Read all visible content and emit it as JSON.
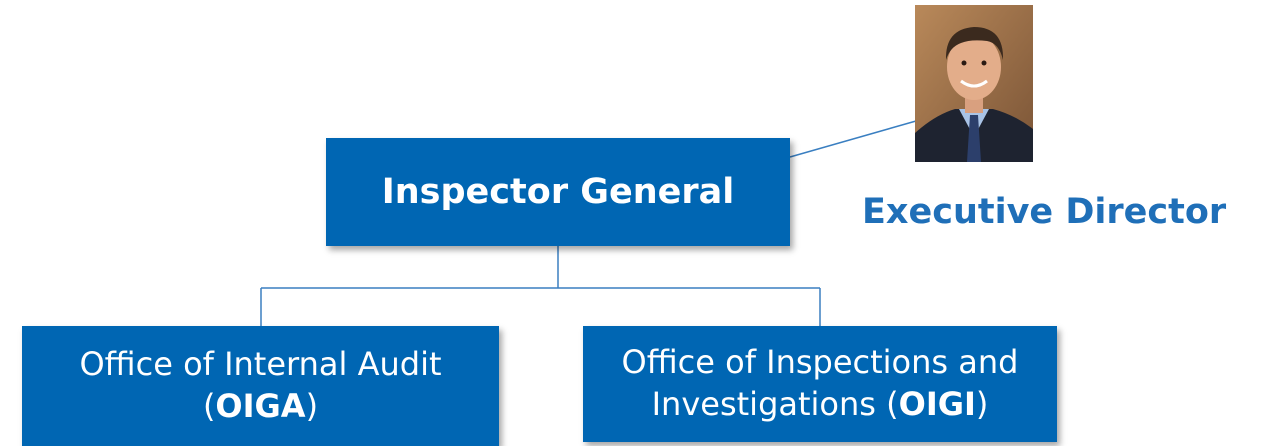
{
  "org_chart": {
    "head": {
      "label": "Inspector General"
    },
    "executive_director": {
      "label": "Executive Director",
      "photo_icon": "person-portrait-icon"
    },
    "offices": [
      {
        "name_prefix": "Office of Internal Audit",
        "open_paren": "(",
        "acronym": "OIGA",
        "close_paren": ")"
      },
      {
        "name_prefix": "Office of Inspections and Investigations ",
        "open_paren": "(",
        "acronym": "OIGI",
        "close_paren": ")"
      }
    ]
  },
  "colors": {
    "box_fill": "#0066b3",
    "box_text": "#ffffff",
    "label_text": "#1f6fb8",
    "connector": "#3a7fc1"
  }
}
